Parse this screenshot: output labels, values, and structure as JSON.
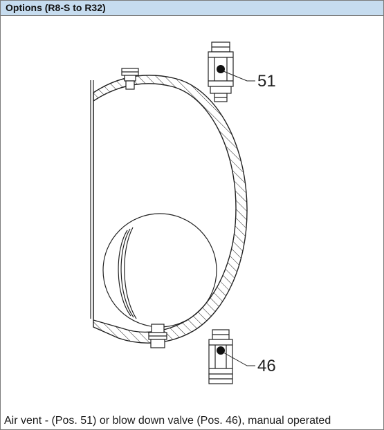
{
  "header": {
    "title": "Options (R8-S to R32)"
  },
  "drawing": {
    "callouts": [
      {
        "label": "51"
      },
      {
        "label": "46"
      }
    ]
  },
  "caption": {
    "text": "Air vent - (Pos. 51) or blow down valve (Pos. 46), manual operated"
  }
}
